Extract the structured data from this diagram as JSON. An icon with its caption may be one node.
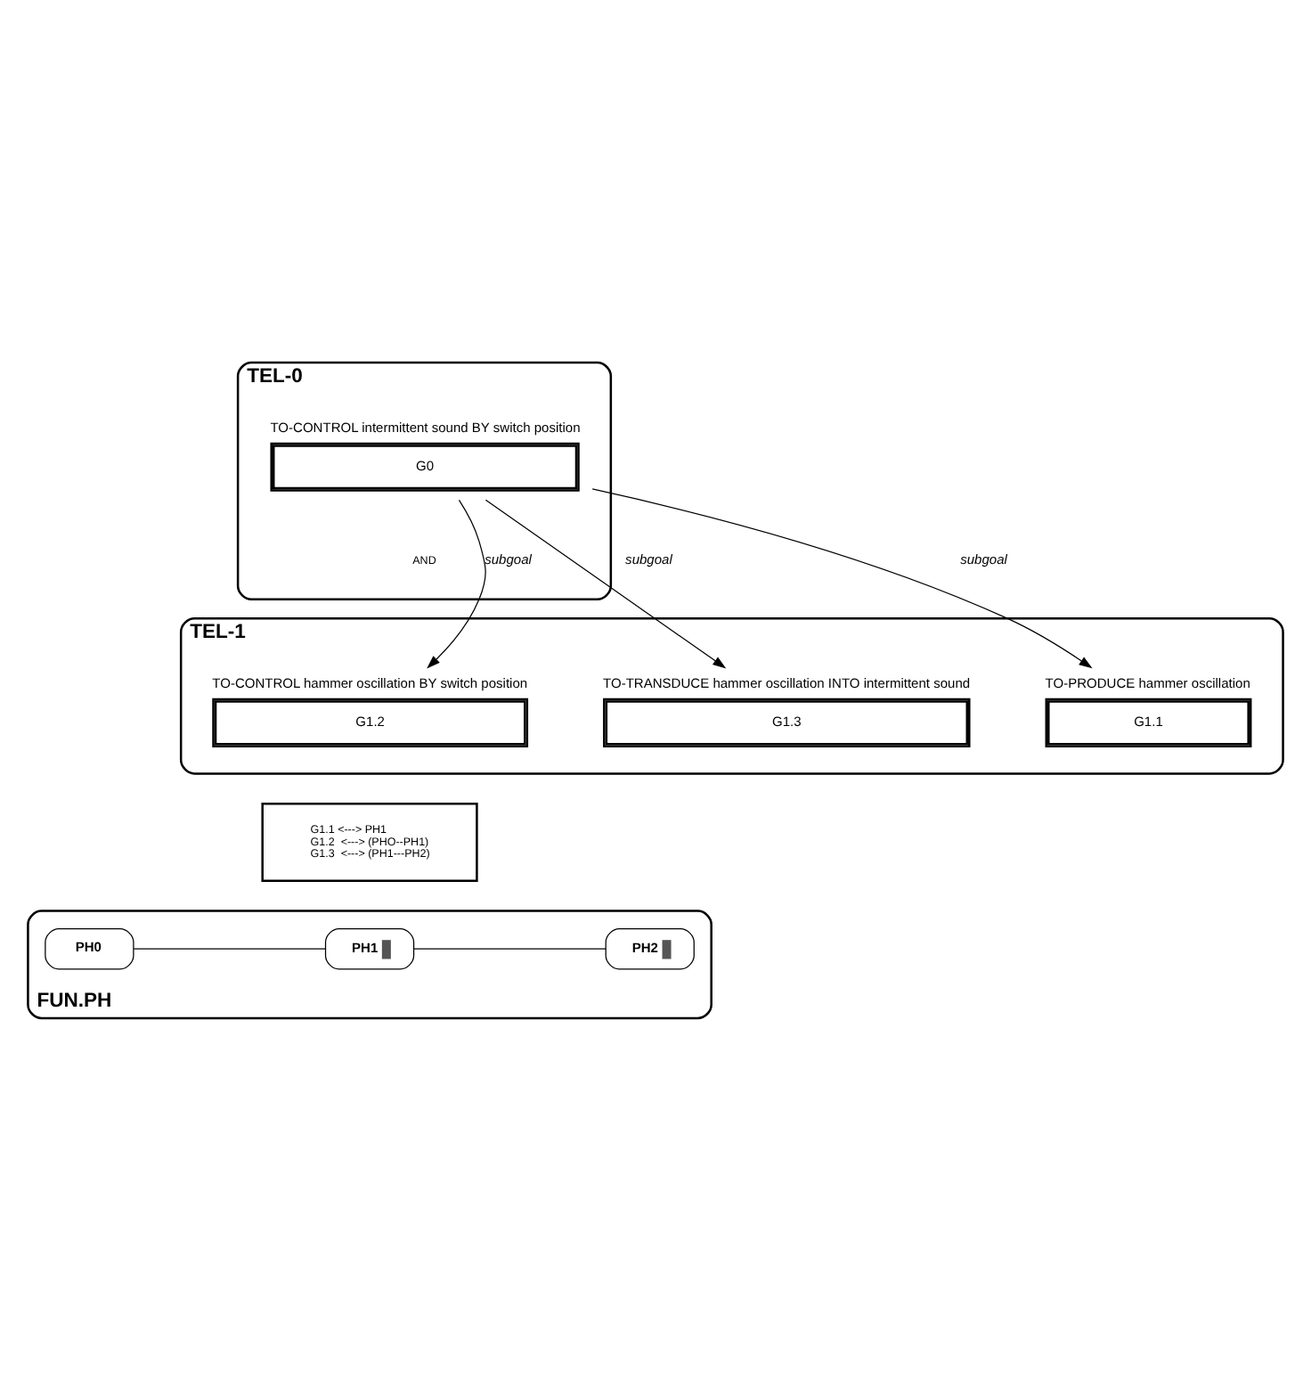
{
  "diagram": {
    "nodes": [
      {
        "text": [
          "TEL-0"
        ]
      },
      {
        "text": [
          "G0"
        ],
        "in": 0,
        "beside": [
          "TO-CONTROL intermittent sound BY switch position"
        ]
      },
      {
        "text": [
          "TEL-1"
        ]
      },
      {
        "text": [
          "G1.1"
        ],
        "in": 2,
        "beside": [
          "TO-PRODUCE hammer oscillation"
        ]
      },
      {
        "text": [
          "G1.2"
        ],
        "in": 2,
        "beside": [
          "TO-CONTROL hammer oscillation BY switch position"
        ]
      },
      {
        "text": [
          "G1.3"
        ],
        "in": 2,
        "beside": [
          "TO-TRANSDUCE hammer oscillation INTO intermittent sound"
        ]
      },
      {
        "text": [
          "G1.1 <---> PH1",
          "G1.2  <---> (PHO--PH1)",
          "G1.3  <---> (PH1---PH2)"
        ]
      },
      {
        "text": [
          "FUN.PH"
        ]
      },
      {
        "text": [
          "PH0"
        ],
        "in": 7
      },
      {
        "text": [
          "PH1"
        ],
        "in": 7
      },
      {
        "text": [
          "PH2"
        ],
        "in": 7
      }
    ],
    "edges": [
      {
        "from": 1,
        "to": 3,
        "arrow": "to",
        "label": "subgoal"
      },
      {
        "from": 1,
        "to": 4,
        "arrow": "to",
        "label": "subgoal"
      },
      {
        "from": 1,
        "to": 5,
        "arrow": "to",
        "label": "subgoal"
      },
      {
        "from": 8,
        "to": 9,
        "arrow": "none"
      },
      {
        "from": 9,
        "to": 10,
        "arrow": "none"
      }
    ],
    "labels": [
      "AND"
    ]
  }
}
